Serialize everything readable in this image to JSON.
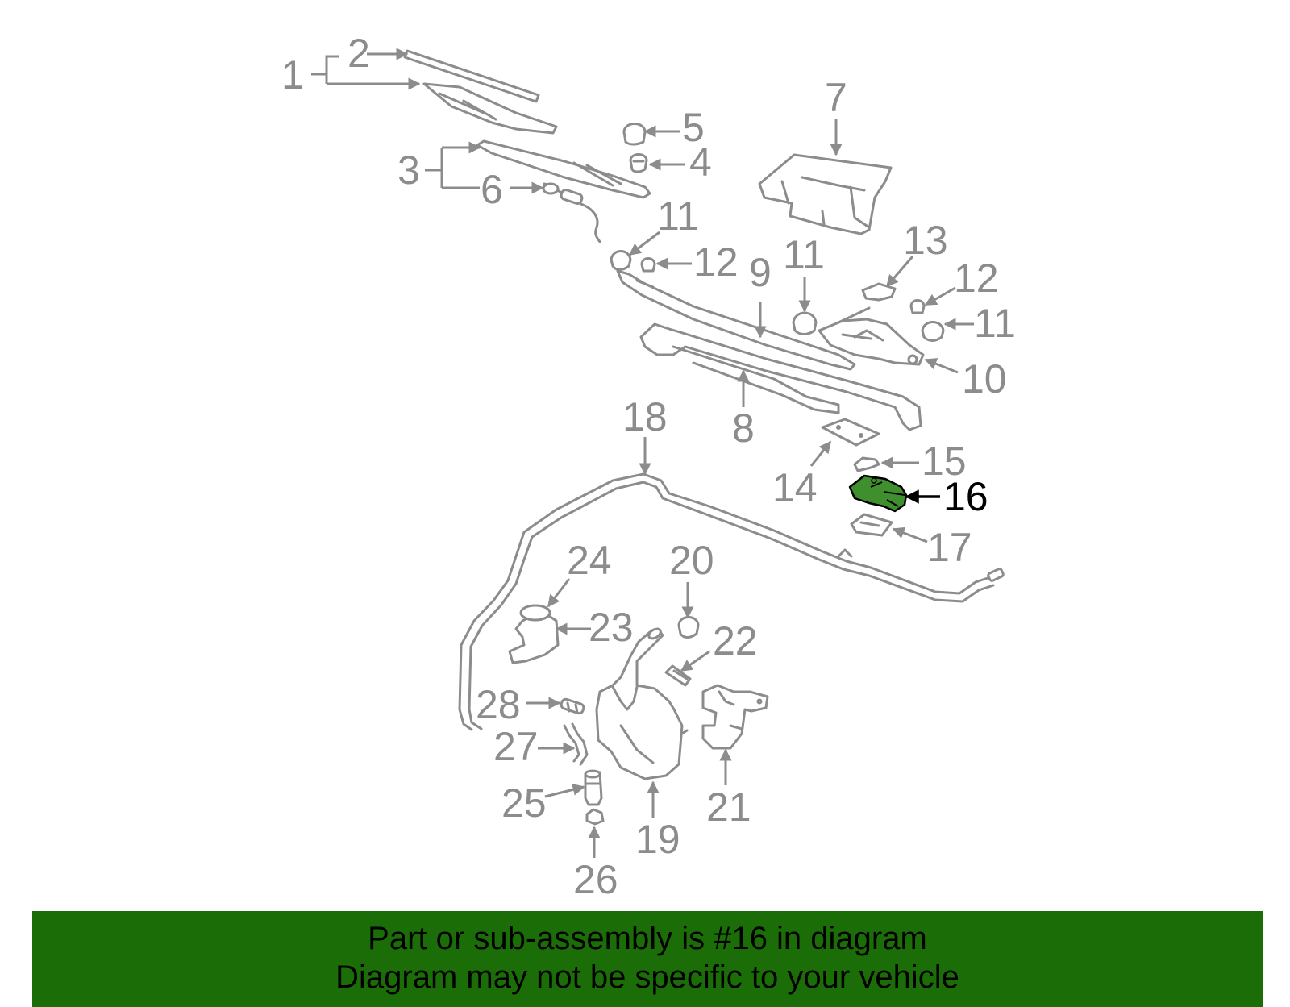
{
  "diagram": {
    "highlight_part": "16",
    "highlight_color": "#3f8f2e",
    "line_color": "#8c8c8c",
    "callouts": [
      "1",
      "2",
      "3",
      "4",
      "5",
      "6",
      "7",
      "8",
      "9",
      "10",
      "11",
      "12",
      "13",
      "14",
      "15",
      "16",
      "17",
      "18",
      "19",
      "20",
      "21",
      "22",
      "23",
      "24",
      "25",
      "26",
      "27",
      "28"
    ],
    "labels": {
      "c1": "1",
      "c2": "2",
      "c3": "3",
      "c4": "4",
      "c5": "5",
      "c6": "6",
      "c7": "7",
      "c8": "8",
      "c9": "9",
      "c10": "10",
      "c11a": "11",
      "c11b": "11",
      "c11c": "11",
      "c12a": "12",
      "c12b": "12",
      "c13": "13",
      "c14": "14",
      "c15": "15",
      "c16": "16",
      "c17": "17",
      "c18": "18",
      "c19": "19",
      "c20": "20",
      "c21": "21",
      "c22": "22",
      "c23": "23",
      "c24": "24",
      "c25": "25",
      "c26": "26",
      "c27": "27",
      "c28": "28"
    }
  },
  "banner": {
    "line1": "Part or sub-assembly is #16 in diagram",
    "line2": "Diagram may not be specific to your vehicle",
    "background": "#1b6e07"
  }
}
